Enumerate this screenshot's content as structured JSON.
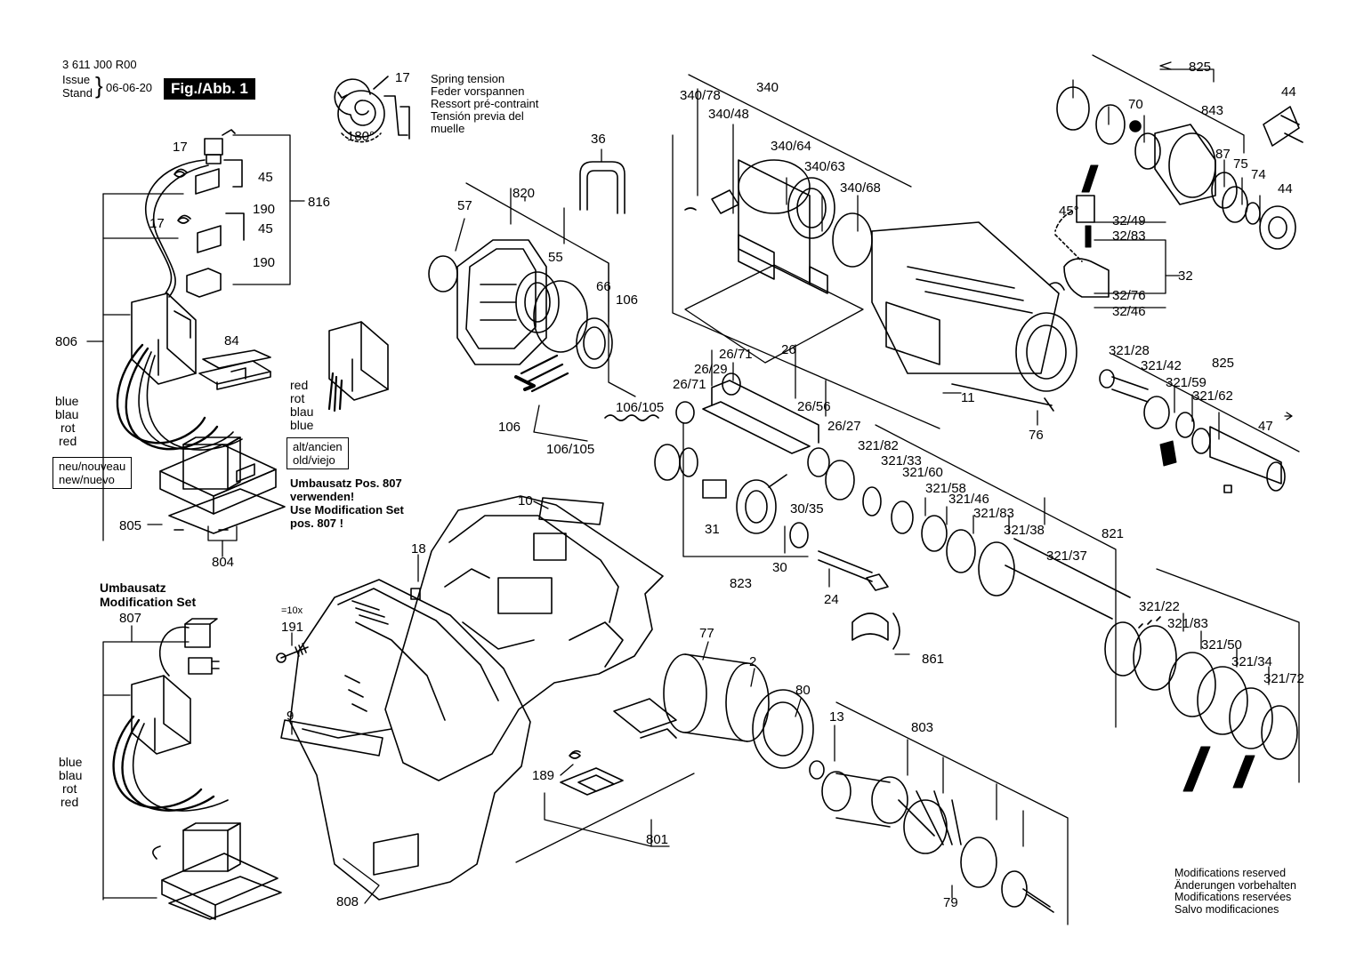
{
  "header": {
    "part_number": "3 611 J00 R00",
    "issue_label": "Issue",
    "stand_label": "Stand",
    "issue_date": "06-06-20",
    "figure_label": "Fig./Abb. 1"
  },
  "spring_note": {
    "ref": "17",
    "angle": "180°",
    "lines": [
      "Spring tension",
      "Feder vorspannen",
      "Ressort pré-contraint",
      "Tensión previa del",
      "muelle"
    ]
  },
  "wire_labels": {
    "top": [
      "blue",
      "blau",
      "rot",
      "red"
    ],
    "bottom": [
      "blue",
      "blau",
      "rot",
      "red"
    ],
    "mid": [
      "red",
      "rot",
      "blau",
      "blue"
    ]
  },
  "boxes": {
    "new": [
      "neu/nouveau",
      "new/nuevo"
    ],
    "old": [
      "alt/ancien",
      "old/viejo"
    ]
  },
  "modification_note": [
    "Umbausatz Pos. 807",
    "verwenden!",
    "Use Modification Set",
    "pos. 807 !"
  ],
  "modification_set": [
    "Umbausatz",
    "Modification Set"
  ],
  "count_note": "=10x",
  "disclaimer": [
    "Modifications reserved",
    "Änderungen vorbehalten",
    "Modifications reservées",
    "Salvo modificaciones"
  ],
  "callouts": [
    {
      "id": "c17a",
      "text": "17"
    },
    {
      "id": "c45a",
      "text": "45"
    },
    {
      "id": "c190a",
      "text": "190"
    },
    {
      "id": "c17b",
      "text": "17"
    },
    {
      "id": "c45b",
      "text": "45"
    },
    {
      "id": "c190b",
      "text": "190"
    },
    {
      "id": "c816",
      "text": "816"
    },
    {
      "id": "c806",
      "text": "806"
    },
    {
      "id": "c84",
      "text": "84"
    },
    {
      "id": "c805",
      "text": "805"
    },
    {
      "id": "c804",
      "text": "804"
    },
    {
      "id": "c807",
      "text": "807"
    },
    {
      "id": "c808",
      "text": "808"
    },
    {
      "id": "c36",
      "text": "36"
    },
    {
      "id": "c820",
      "text": "820"
    },
    {
      "id": "c57",
      "text": "57"
    },
    {
      "id": "c55",
      "text": "55"
    },
    {
      "id": "c66",
      "text": "66"
    },
    {
      "id": "c106a",
      "text": "106"
    },
    {
      "id": "c106105a",
      "text": "106/105"
    },
    {
      "id": "c106b",
      "text": "106"
    },
    {
      "id": "c106105b",
      "text": "106/105"
    },
    {
      "id": "c10",
      "text": "10"
    },
    {
      "id": "c18",
      "text": "18"
    },
    {
      "id": "c191",
      "text": "191"
    },
    {
      "id": "c9",
      "text": "9"
    },
    {
      "id": "c340",
      "text": "340"
    },
    {
      "id": "c34078",
      "text": "340/78"
    },
    {
      "id": "c34048",
      "text": "340/48"
    },
    {
      "id": "c34064",
      "text": "340/64"
    },
    {
      "id": "c34063",
      "text": "340/63"
    },
    {
      "id": "c34068",
      "text": "340/68"
    },
    {
      "id": "c11",
      "text": "11"
    },
    {
      "id": "c76",
      "text": "76"
    },
    {
      "id": "c26",
      "text": "26"
    },
    {
      "id": "c2671a",
      "text": "26/71"
    },
    {
      "id": "c2629",
      "text": "26/29"
    },
    {
      "id": "c2671b",
      "text": "26/71"
    },
    {
      "id": "c2656",
      "text": "26/56"
    },
    {
      "id": "c2627",
      "text": "26/27"
    },
    {
      "id": "c31",
      "text": "31"
    },
    {
      "id": "c3035",
      "text": "30/35"
    },
    {
      "id": "c30",
      "text": "30"
    },
    {
      "id": "c823",
      "text": "823"
    },
    {
      "id": "c24",
      "text": "24"
    },
    {
      "id": "c861",
      "text": "861"
    },
    {
      "id": "c77",
      "text": "77"
    },
    {
      "id": "c2",
      "text": "2"
    },
    {
      "id": "c80",
      "text": "80"
    },
    {
      "id": "c13",
      "text": "13"
    },
    {
      "id": "c803",
      "text": "803"
    },
    {
      "id": "c189",
      "text": "189"
    },
    {
      "id": "c801",
      "text": "801"
    },
    {
      "id": "c79",
      "text": "79"
    },
    {
      "id": "c825a",
      "text": "825"
    },
    {
      "id": "c70",
      "text": "70"
    },
    {
      "id": "c843",
      "text": "843"
    },
    {
      "id": "c44a",
      "text": "44"
    },
    {
      "id": "c87",
      "text": "87"
    },
    {
      "id": "c75",
      "text": "75"
    },
    {
      "id": "c74",
      "text": "74"
    },
    {
      "id": "c44b",
      "text": "44"
    },
    {
      "id": "c45deg",
      "text": "45°"
    },
    {
      "id": "c3249",
      "text": "32/49"
    },
    {
      "id": "c3283",
      "text": "32/83"
    },
    {
      "id": "c32",
      "text": "32"
    },
    {
      "id": "c3276",
      "text": "32/76"
    },
    {
      "id": "c3246",
      "text": "32/46"
    },
    {
      "id": "c32128",
      "text": "321/28"
    },
    {
      "id": "c825b",
      "text": "825"
    },
    {
      "id": "c32142",
      "text": "321/42"
    },
    {
      "id": "c32159",
      "text": "321/59"
    },
    {
      "id": "c32162",
      "text": "321/62"
    },
    {
      "id": "c47",
      "text": "47"
    },
    {
      "id": "c32182",
      "text": "321/82"
    },
    {
      "id": "c32133",
      "text": "321/33"
    },
    {
      "id": "c32160",
      "text": "321/60"
    },
    {
      "id": "c32158",
      "text": "321/58"
    },
    {
      "id": "c32146",
      "text": "321/46"
    },
    {
      "id": "c32183a",
      "text": "321/83"
    },
    {
      "id": "c32138",
      "text": "321/38"
    },
    {
      "id": "c821",
      "text": "821"
    },
    {
      "id": "c32137",
      "text": "321/37"
    },
    {
      "id": "c32122",
      "text": "321/22"
    },
    {
      "id": "c32183b",
      "text": "321/83"
    },
    {
      "id": "c32150",
      "text": "321/50"
    },
    {
      "id": "c32134",
      "text": "321/34"
    },
    {
      "id": "c32172",
      "text": "321/72"
    }
  ]
}
